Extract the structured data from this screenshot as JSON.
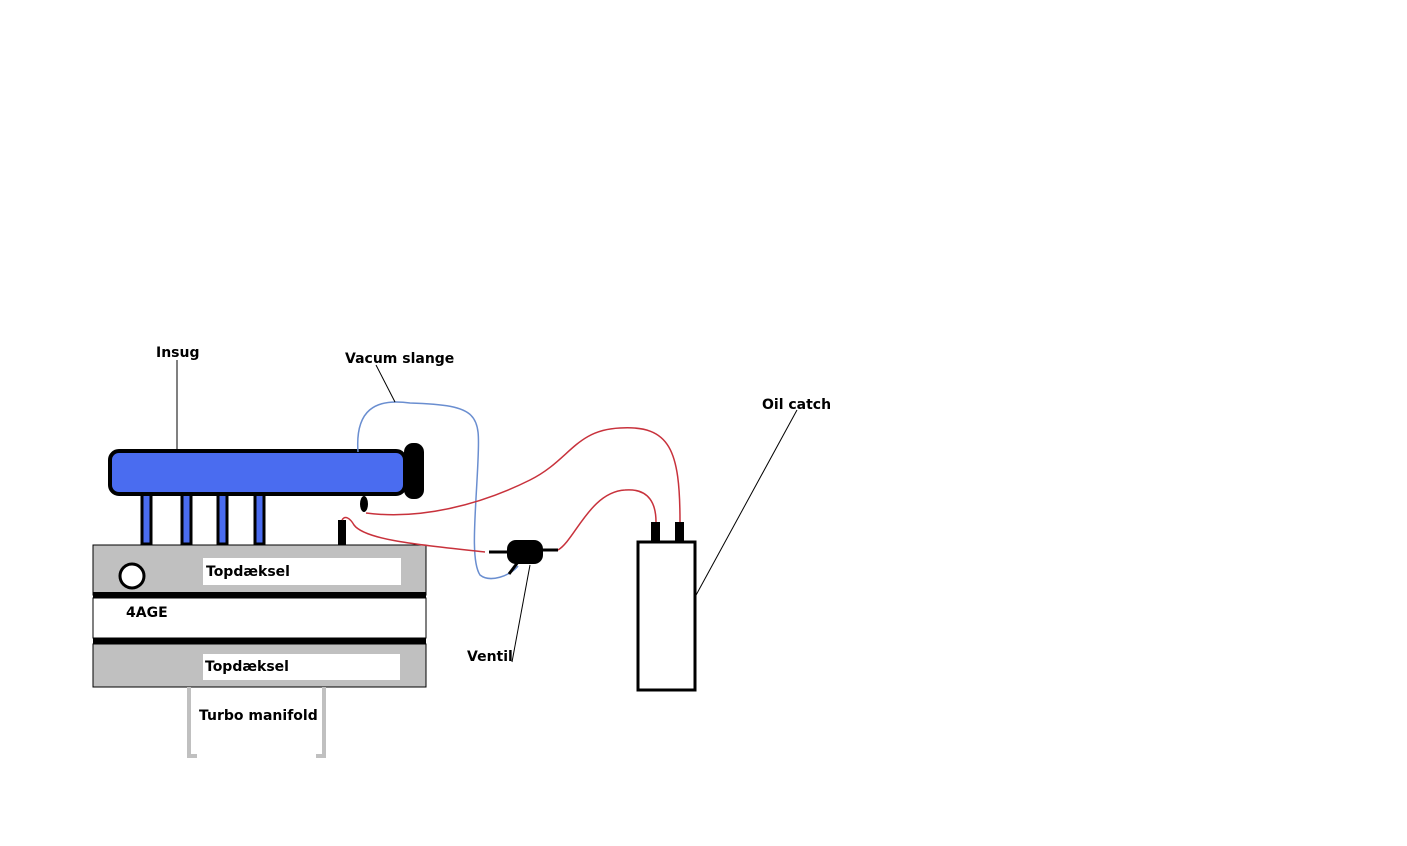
{
  "labels": {
    "insug": "Insug",
    "vacum_slange": "Vacum slange",
    "oil_catch": "Oil catch",
    "topdaeksel_upper": "Topdæksel",
    "engine": "4AGE",
    "topdaeksel_lower": "Topdæksel",
    "turbo_manifold": "Turbo manifold",
    "ventil": "Ventil"
  },
  "colors": {
    "intake_blue": "#4a6cf0",
    "engine_gray": "#c0c0c0",
    "hose_red": "#c8323c",
    "hose_blue": "#6a8ed0",
    "outline": "#000000"
  }
}
